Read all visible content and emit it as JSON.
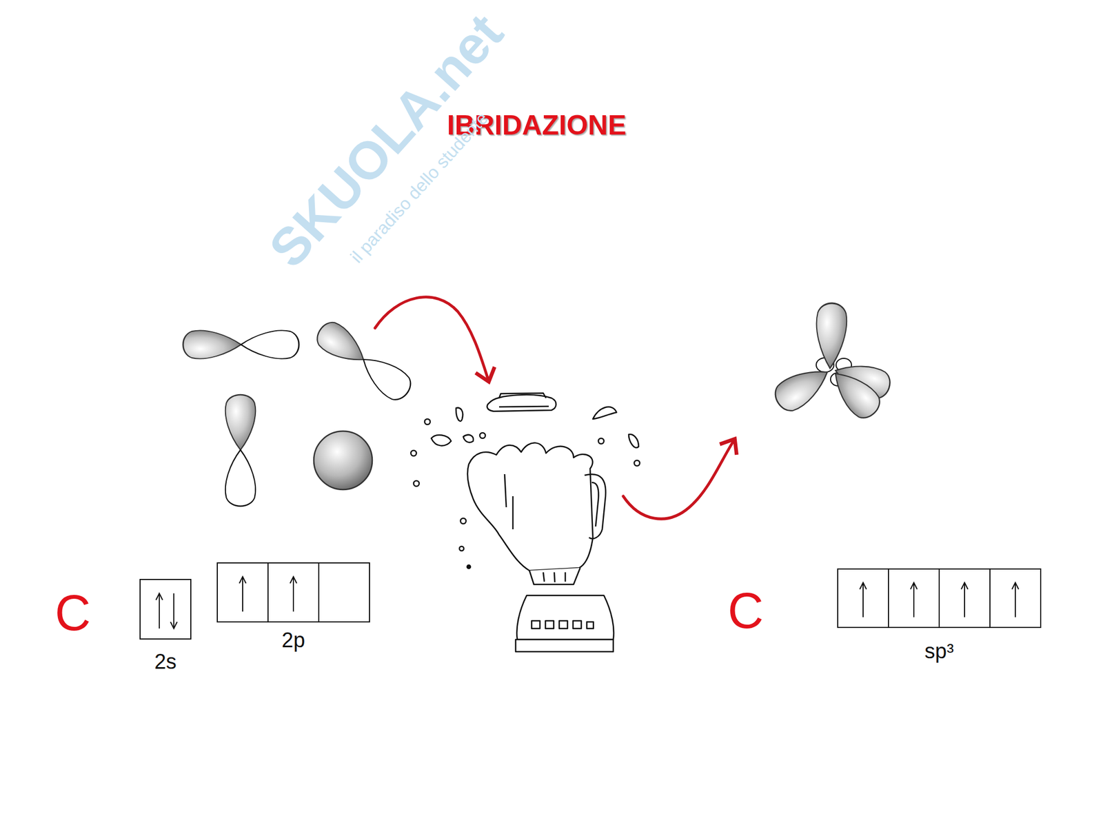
{
  "diagram": {
    "title": "IBRIDAZIONE",
    "nodes": [
      {
        "text": [
          "2s"
        ]
      },
      {
        "text": [
          "2p"
        ]
      },
      {
        "text": [
          "sp³"
        ]
      }
    ],
    "labels": [
      "C",
      "C",
      "SKUOLA.net",
      "il paradiso dello studente"
    ]
  }
}
